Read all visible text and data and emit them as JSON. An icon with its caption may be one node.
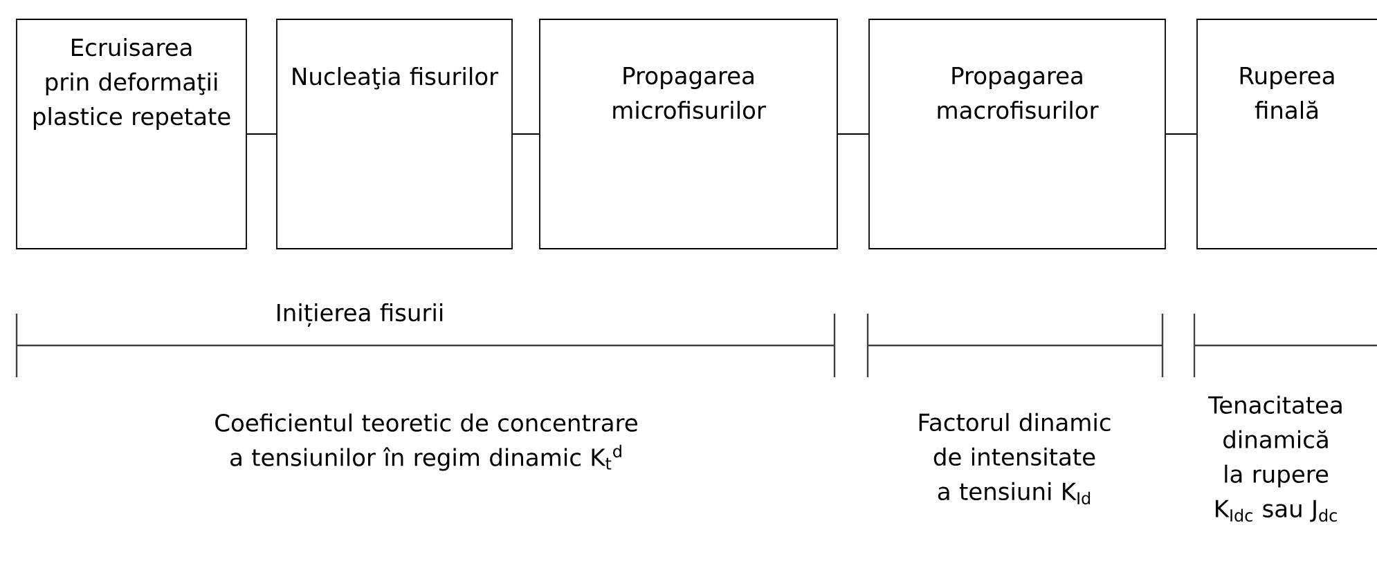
{
  "diagram": {
    "nodes": [
      {
        "text": [
          "Ecruisarea prin deformaţii plastice repetate"
        ]
      },
      {
        "text": [
          "Nucleaţia fisurilor"
        ]
      },
      {
        "text": [
          "Propagarea microfisurilor"
        ]
      },
      {
        "text": [
          "Propagarea macrofisurilor"
        ]
      },
      {
        "text": [
          "Ruperea finală"
        ]
      }
    ],
    "edges": [
      {
        "from": 0,
        "to": 1,
        "arrow": "none"
      },
      {
        "from": 1,
        "to": 2,
        "arrow": "none"
      },
      {
        "from": 2,
        "to": 3,
        "arrow": "none"
      },
      {
        "from": 3,
        "to": 4,
        "arrow": "none"
      }
    ],
    "labels": [
      "Inițierea fisurii",
      "Coeficientul teoretic de concentrare a tensiunilor în regim dinamic K$_{t}$$^{d}$",
      "Factorul dinamic de intensitate a tensiuni K$_{Id}$",
      "Tenacitatea dinamică la rupere K$_{Idc}$ sau J$_{dc}$"
    ]
  }
}
